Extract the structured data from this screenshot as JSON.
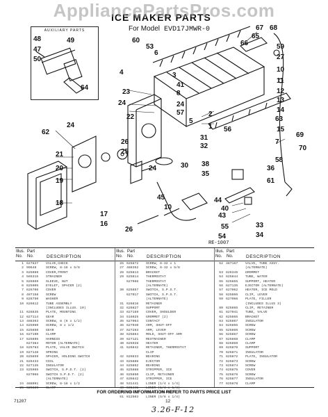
{
  "watermark": "AppliancePartsPros.com",
  "title": "ICE MAKER PARTS",
  "model_label": "For Model",
  "model": "EVD17JMWR-0",
  "aux_title": "AUXILIARY PARTS",
  "callouts": {
    "c1": "48",
    "c2": "49",
    "c3": "47",
    "c4": "50",
    "c5": "64",
    "c6": "60",
    "c7": "53",
    "c8": "6",
    "c9": "67",
    "c10": "68",
    "c11": "65",
    "c12": "66",
    "c13": "59",
    "c14": "27",
    "c15": "10",
    "c16": "11",
    "c17": "12",
    "c18": "13",
    "c19": "14",
    "c20": "63",
    "c21": "15",
    "c22": "4",
    "c23": "3",
    "c24": "41",
    "c25": "8",
    "c26": "24",
    "c27": "57",
    "c28": "5",
    "c29": "23",
    "c30": "24",
    "c31": "22",
    "c32": "2",
    "c33": "1",
    "c34": "31",
    "c35": "32",
    "c36": "69",
    "c37": "70",
    "c38": "62",
    "c39": "24",
    "c40": "21",
    "c41": "20",
    "c42": "19",
    "c43": "18",
    "c44": "26",
    "c45": "25",
    "c46": "24",
    "c47": "30",
    "c48": "56",
    "c49": "7",
    "c50": "38",
    "c51": "35",
    "c52": "58",
    "c53": "36",
    "c54": "61",
    "c55": "45",
    "c56": "17",
    "c57": "16",
    "c58": "26",
    "c59": "10",
    "c60": "44",
    "c61": "40",
    "c62": "43",
    "c63": "55",
    "c64": "54",
    "c65": "33",
    "c66": "34"
  },
  "fig_ref": "RE-1007",
  "table_headers": {
    "illus_no": "Illus. No.",
    "part_no": "Part No.",
    "description": "DESCRIPTION"
  },
  "parts_col1": [
    [
      "1",
      "627827",
      "VALVE,CHECK"
    ],
    [
      "2",
      "99648",
      "SCREW, 8-18 x 5/8"
    ],
    [
      "3",
      "625989",
      "COVER,FRONT"
    ],
    [
      "4",
      "565315",
      "STRAINER"
    ],
    [
      "5",
      "626969",
      "SLEEVE, NUT"
    ],
    [
      "6",
      "625905",
      "EYELET, SPACER (2)"
    ],
    [
      "7",
      "626706",
      "COVER"
    ],
    [
      "8",
      "487158",
      "SCREW"
    ],
    [
      "9",
      "626750",
      "WASHER"
    ],
    [
      "10",
      "626612",
      "TUBE ASSEMBLY"
    ],
    [
      "",
      "",
      "(INCLUDES ILLUS. 10)"
    ],
    [
      "11",
      "626835",
      "PLATE, MOUNTING"
    ],
    [
      "12",
      "627114",
      "GEAR"
    ],
    [
      "13",
      "488363",
      "SCREW, 8 (6 x 1/2)"
    ],
    [
      "14",
      "625980",
      "SCREW, 8 x 1/2"
    ],
    [
      "15",
      "625850",
      "GEAR"
    ],
    [
      "16",
      "627190",
      "CLAMP"
    ],
    [
      "17",
      "625895",
      "HARNESS"
    ],
    [
      "",
      "627384",
      "MOTOR (ALTERNATE)"
    ],
    [
      "18",
      "625783",
      "PLATE, VALVE SWITCH"
    ],
    [
      "19",
      "627148",
      "SPRING"
    ],
    [
      "20",
      "625859",
      "SPACER, HOLDING SWITCH"
    ],
    [
      "21",
      "626433",
      "COIL"
    ],
    [
      "22",
      "627135",
      "INSULATOR"
    ],
    [
      "23",
      "625965",
      "SWITCH, S.P.D.T. (2)"
    ],
    [
      "",
      "627065",
      "SWITCH S.P.D.T. (2)"
    ],
    [
      "",
      "",
      "(ALTERNATE)"
    ],
    [
      "24",
      "488091",
      "SCREW, 8-18 x 1/2"
    ],
    [
      "25",
      "625889",
      "CLAMP"
    ]
  ],
  "parts_col2": [
    [
      "26",
      "625872",
      "SCREW, 6-32 x 1"
    ],
    [
      "27",
      "488352",
      "SCREW, 6-32 x 5/8"
    ],
    [
      "28",
      "625813",
      "BRACKET"
    ],
    [
      "29",
      "625814",
      "THERMOSTAT"
    ],
    [
      "",
      "627966",
      "THERMOSTAT"
    ],
    [
      "",
      "",
      "(ALTERNATE)"
    ],
    [
      "30",
      "625857",
      "SWITCH, S.P.S.T."
    ],
    [
      "",
      "627017",
      "SWITCH, S.P.S.T."
    ],
    [
      "",
      "",
      "(ALTERNATE)"
    ],
    [
      "31",
      "626816",
      "RETAINER"
    ],
    [
      "32",
      "626827",
      "SUPPORT"
    ],
    [
      "33",
      "627159",
      "COVER, SHOULDER"
    ],
    [
      "34",
      "516025",
      "GROMMET (2)"
    ],
    [
      "35",
      "627064",
      "CONTACT"
    ],
    [
      "36",
      "627040",
      "ARM, SHUT-OFF"
    ],
    [
      "37",
      "627283",
      "ARM, LEVER"
    ],
    [
      "38",
      "625864",
      "MOLD, SHUT-OFF ARM"
    ],
    [
      "39",
      "627121",
      "RESTRAINER"
    ],
    [
      "40",
      "625928",
      "HEATER"
    ],
    [
      "41",
      "626842",
      "RETAINER, THERMOSTAT"
    ],
    [
      "",
      "",
      "CLIP"
    ],
    [
      "42",
      "626833",
      "BEARING"
    ],
    [
      "43",
      "625888",
      "EJECTOR"
    ],
    [
      "44",
      "625852",
      "BEARING"
    ],
    [
      "45",
      "625888",
      "STRIPPER, ICE"
    ],
    [
      "46",
      "625850",
      "CLIP, RETAINER"
    ],
    [
      "47",
      "635842",
      "STRIPPER, ICE"
    ],
    [
      "48",
      "531441",
      "LINER (1/4 x 1/4)"
    ],
    [
      "49",
      "531441",
      "LINER (1/4 x 1/4)"
    ],
    [
      "50",
      "488327",
      "VALVE, SOLENOID"
    ],
    [
      "51",
      "812503",
      "LINER (5/8 x 1/4)"
    ]
  ],
  "parts_col3": [
    [
      "52",
      "487167",
      "VALVE, TUBE ASSY."
    ],
    [
      "",
      "",
      "(ALTERNATE)"
    ],
    [
      "53",
      "626345",
      "GROMMET"
    ],
    [
      "54",
      "625844",
      "TUBE, WATER"
    ],
    [
      "55",
      "625855",
      "SUPPORT, HEATER"
    ],
    [
      "56",
      "627135",
      "EJECTOR (ALTERNATE)"
    ],
    [
      "57",
      "627062",
      "HEATER, ICE MOLD"
    ],
    [
      "58",
      "625866",
      "CLIP, LEVER"
    ],
    [
      "59",
      "627066",
      "PLATE, FILLER"
    ],
    [
      "",
      "",
      "(INCLUDES ILLUS 3)"
    ],
    [
      "60",
      "625865",
      "CLIP, RETAINER"
    ],
    [
      "61",
      "627041",
      "TUBE, VALVE"
    ],
    [
      "62",
      "625865",
      "BRACKET"
    ],
    [
      "63",
      "625867",
      "INSULATOR"
    ],
    [
      "64",
      "625865",
      "SCREW"
    ],
    [
      "65",
      "625866",
      "SCREW"
    ],
    [
      "66",
      "625867",
      "SCREW"
    ],
    [
      "67",
      "625868",
      "CLAMP"
    ],
    [
      "68",
      "625869",
      "CLAMP"
    ],
    [
      "69",
      "625870",
      "SUPPORT"
    ],
    [
      "70",
      "625871",
      "INSULATOR"
    ],
    [
      "71",
      "625872",
      "PLATE, INSULATOR"
    ],
    [
      "72",
      "625873",
      "SCREW"
    ],
    [
      "73",
      "625874",
      "SCREW"
    ],
    [
      "74",
      "625875",
      "COVER"
    ],
    [
      "75",
      "625876",
      "SCREW"
    ],
    [
      "76",
      "625877",
      "INSULATOR"
    ],
    [
      "77",
      "625878",
      "CLAMP"
    ]
  ],
  "footer": "FOR ORDERING INFORMATION REFER TO PARTS PRICE LIST",
  "doc_code": "71207",
  "page_num": "12",
  "handwritten": "3.26-F-12"
}
